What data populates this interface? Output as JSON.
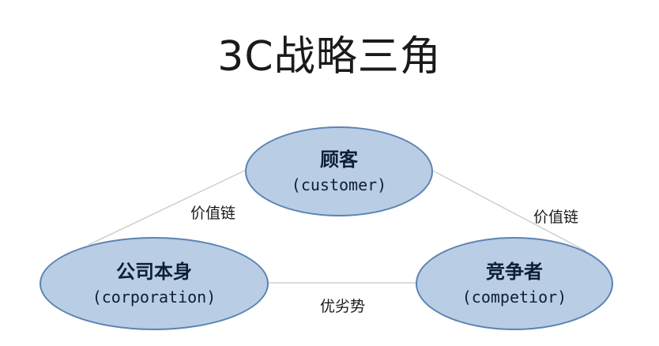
{
  "title": "3C战略三角",
  "nodes": {
    "customer": {
      "name": "顾客",
      "english": "(customer)"
    },
    "corporation": {
      "name": "公司本身",
      "english": "(corporation)"
    },
    "competitor": {
      "name": "竞争者",
      "english": "(competior)"
    }
  },
  "edges": {
    "customer_corporation": "价值链",
    "customer_competitor": "价值链",
    "corporation_competitor": "优劣势"
  },
  "colors": {
    "node_fill": "#b9cde4",
    "node_border": "#5b83b3",
    "connector": "#cfcfcf"
  }
}
